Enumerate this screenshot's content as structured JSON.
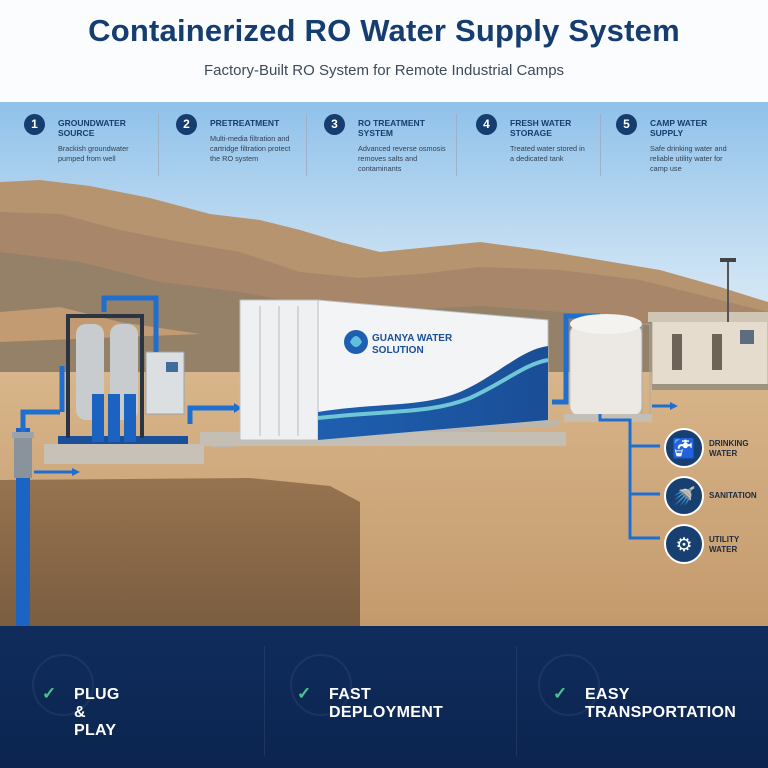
{
  "header": {
    "title": "Containerized RO Water Supply System",
    "subtitle": "Factory-Built RO System for Remote Industrial Camps"
  },
  "steps": [
    {
      "number": "1",
      "title": "GROUNDWATER SOURCE",
      "description": "Brackish groundwater pumped from well"
    },
    {
      "number": "2",
      "title": "PRETREATMENT",
      "description": "Multi-media filtration and cartridge filtration protect the RO system"
    },
    {
      "number": "3",
      "title": "RO TREATMENT SYSTEM",
      "description": "Advanced reverse osmosis removes salts and contaminants"
    },
    {
      "number": "4",
      "title": "FRESH WATER STORAGE",
      "description": "Treated water stored in a dedicated tank"
    },
    {
      "number": "5",
      "title": "CAMP WATER SUPPLY",
      "description": "Safe drinking water and reliable utility water for camp use"
    }
  ],
  "container": {
    "brand_line1": "GUANYA WATER",
    "brand_line2": "SOLUTION"
  },
  "outlets": [
    {
      "label": "DRINKING WATER",
      "icon": "faucet-icon"
    },
    {
      "label": "SANITATION",
      "icon": "shower-icon"
    },
    {
      "label": "UTILITY WATER",
      "icon": "gears-icon"
    }
  ],
  "features": [
    {
      "label_line1": "PLUG & PLAY",
      "label_line2": ""
    },
    {
      "label_line1": "FAST",
      "label_line2": "DEPLOYMENT"
    },
    {
      "label_line1": "EASY",
      "label_line2": "TRANSPORTATION"
    }
  ],
  "colors": {
    "navy": "#163d6f",
    "footer": "#0f2c5c",
    "pipe_blue": "#1f6fd0",
    "check_green": "#4cc38a"
  }
}
